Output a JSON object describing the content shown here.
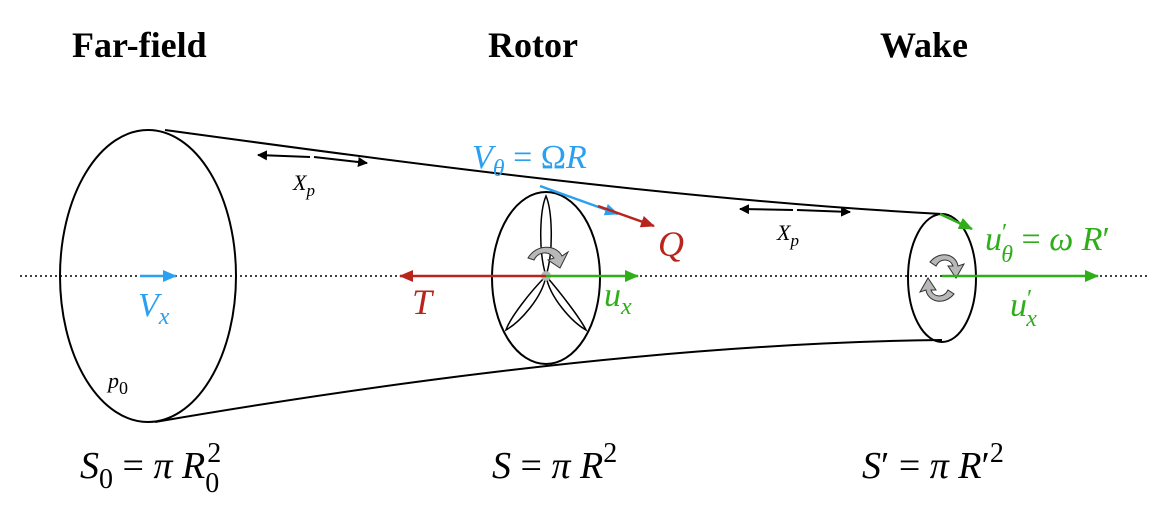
{
  "headers": {
    "far_field": "Far-field",
    "rotor": "Rotor",
    "wake": "Wake"
  },
  "labels": {
    "v_theta": "Vθ = ΩR",
    "q": "Q",
    "t": "T",
    "u_x": "ux",
    "v_x": "Vx",
    "x_p": "Xp",
    "p0": "p0",
    "u_theta_prime": "u′θ = ωR′",
    "u_x_prime": "u′x"
  },
  "areas": {
    "far_field": "S0 = πR0^2",
    "rotor": "S = πR^2",
    "wake": "S′ = πR′2"
  },
  "colors": {
    "blue": "#2aa0f0",
    "red": "#b8251c",
    "green": "#2fae1a",
    "black": "#000000",
    "rotor_gray": "#b8b8b8"
  }
}
